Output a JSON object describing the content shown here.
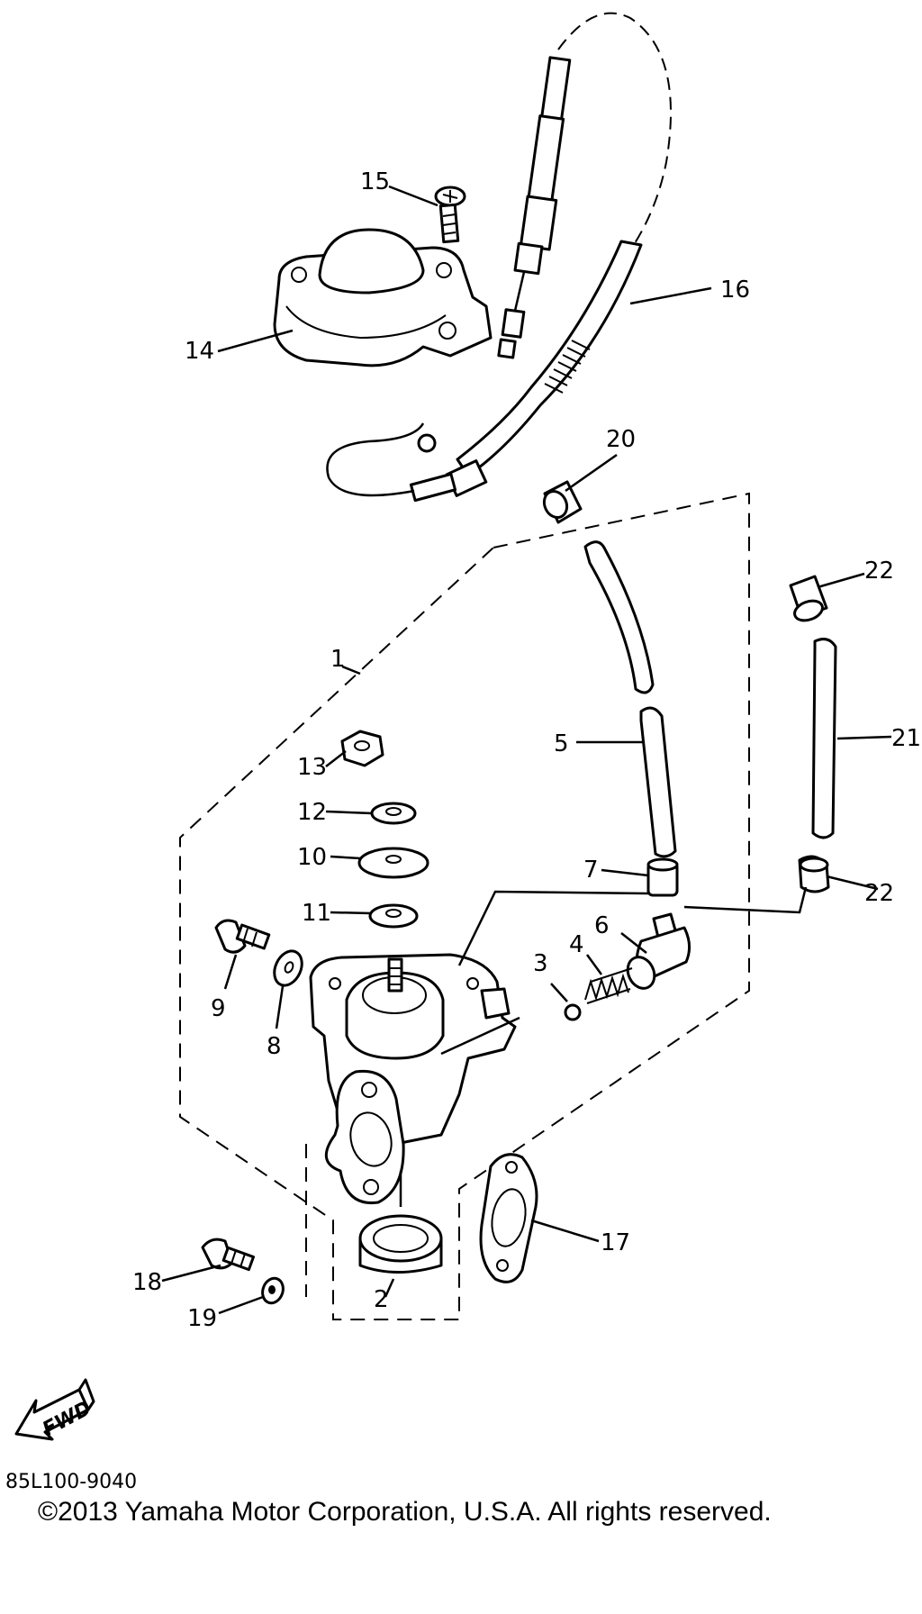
{
  "diagram": {
    "labels": {
      "l1": "1",
      "l2": "2",
      "l3": "3",
      "l4": "4",
      "l5": "5",
      "l6": "6",
      "l7": "7",
      "l8": "8",
      "l9": "9",
      "l10": "10",
      "l11": "11",
      "l12": "12",
      "l13": "13",
      "l14": "14",
      "l15": "15",
      "l16": "16",
      "l17": "17",
      "l18": "18",
      "l19": "19",
      "l20": "20",
      "l21": "21",
      "l22a": "22",
      "l22b": "22"
    },
    "fwd_label": "FWD"
  },
  "footer": {
    "part_code": "85L100-9040",
    "copyright": "©2013 Yamaha Motor Corporation, U.S.A. All rights reserved."
  }
}
